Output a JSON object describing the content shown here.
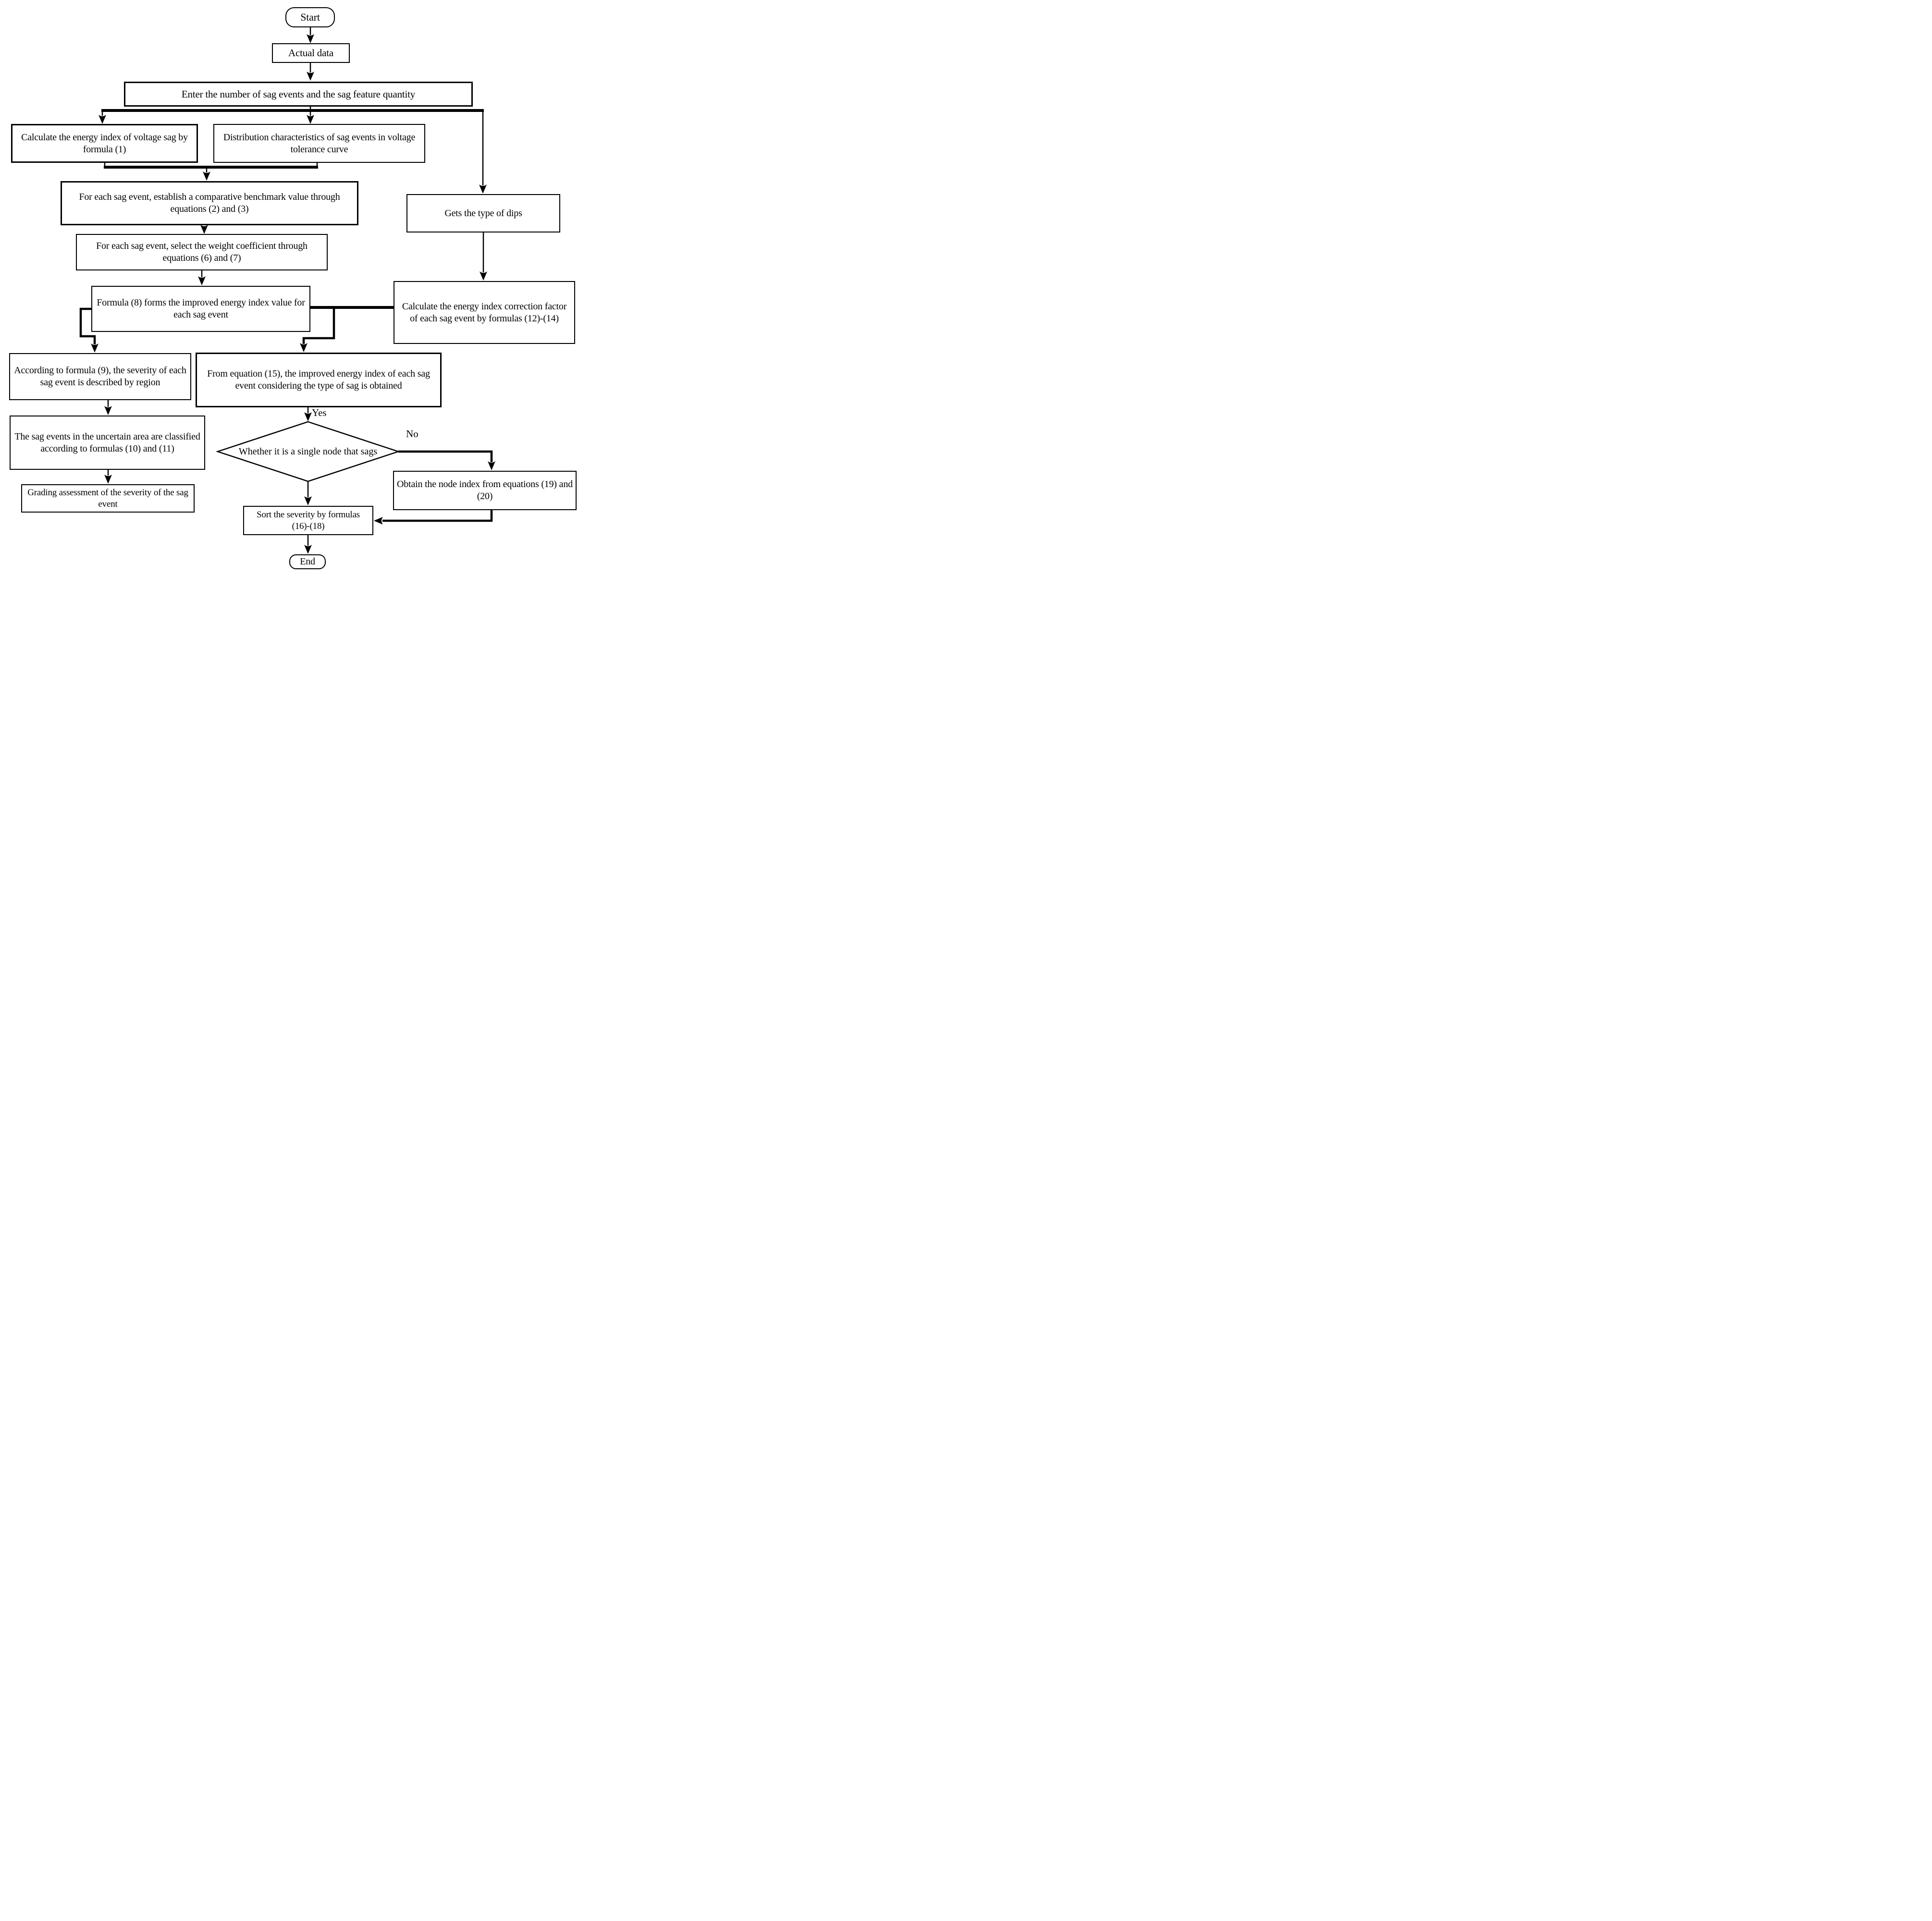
{
  "nodes": {
    "start": {
      "label": "Start",
      "type": "terminator"
    },
    "actual": {
      "label": "Actual data",
      "type": "process"
    },
    "enter": {
      "label": "Enter the number of sag events and the sag feature quantity",
      "type": "process"
    },
    "calc1": {
      "label": "Calculate the energy index of voltage sag by formula (1)",
      "type": "process"
    },
    "dist": {
      "label": "Distribution characteristics of sag events in voltage tolerance curve",
      "type": "process"
    },
    "establish": {
      "label": "For each sag event, establish a comparative benchmark value through equations (2) and (3)",
      "type": "process"
    },
    "select": {
      "label": "For each sag event, select the weight coefficient through equations (6) and (7)",
      "type": "process"
    },
    "formula8": {
      "label": "Formula (8) forms the improved energy index value for each sag event",
      "type": "process"
    },
    "getsdips": {
      "label": "Gets the type of dips",
      "type": "process"
    },
    "correction": {
      "label": "Calculate the energy index correction factor of each sag event by formulas (12)-(14)",
      "type": "process"
    },
    "according9": {
      "label": "According to formula (9), the severity of each sag event is described by region",
      "type": "process"
    },
    "eq15": {
      "label": "From equation (15), the improved energy index of each sag event considering the type of sag is obtained",
      "type": "process"
    },
    "uncertain": {
      "label": "The sag events in the uncertain area are classified according to formulas (10) and (11)",
      "type": "process"
    },
    "decision": {
      "label": "Whether it is a single node that sags",
      "type": "decision"
    },
    "grading": {
      "label": "Grading assessment of the severity of the sag event",
      "type": "process"
    },
    "obtain": {
      "label": "Obtain the node index from equations (19) and (20)",
      "type": "process"
    },
    "sort": {
      "label": "Sort the severity by formulas (16)-(18)",
      "type": "process"
    },
    "end": {
      "label": "End",
      "type": "terminator"
    }
  },
  "edge_labels": {
    "yes": "Yes",
    "no": "No"
  },
  "colors": {
    "line": "#000000",
    "background": "#ffffff",
    "box_fill": "#ffffff"
  }
}
